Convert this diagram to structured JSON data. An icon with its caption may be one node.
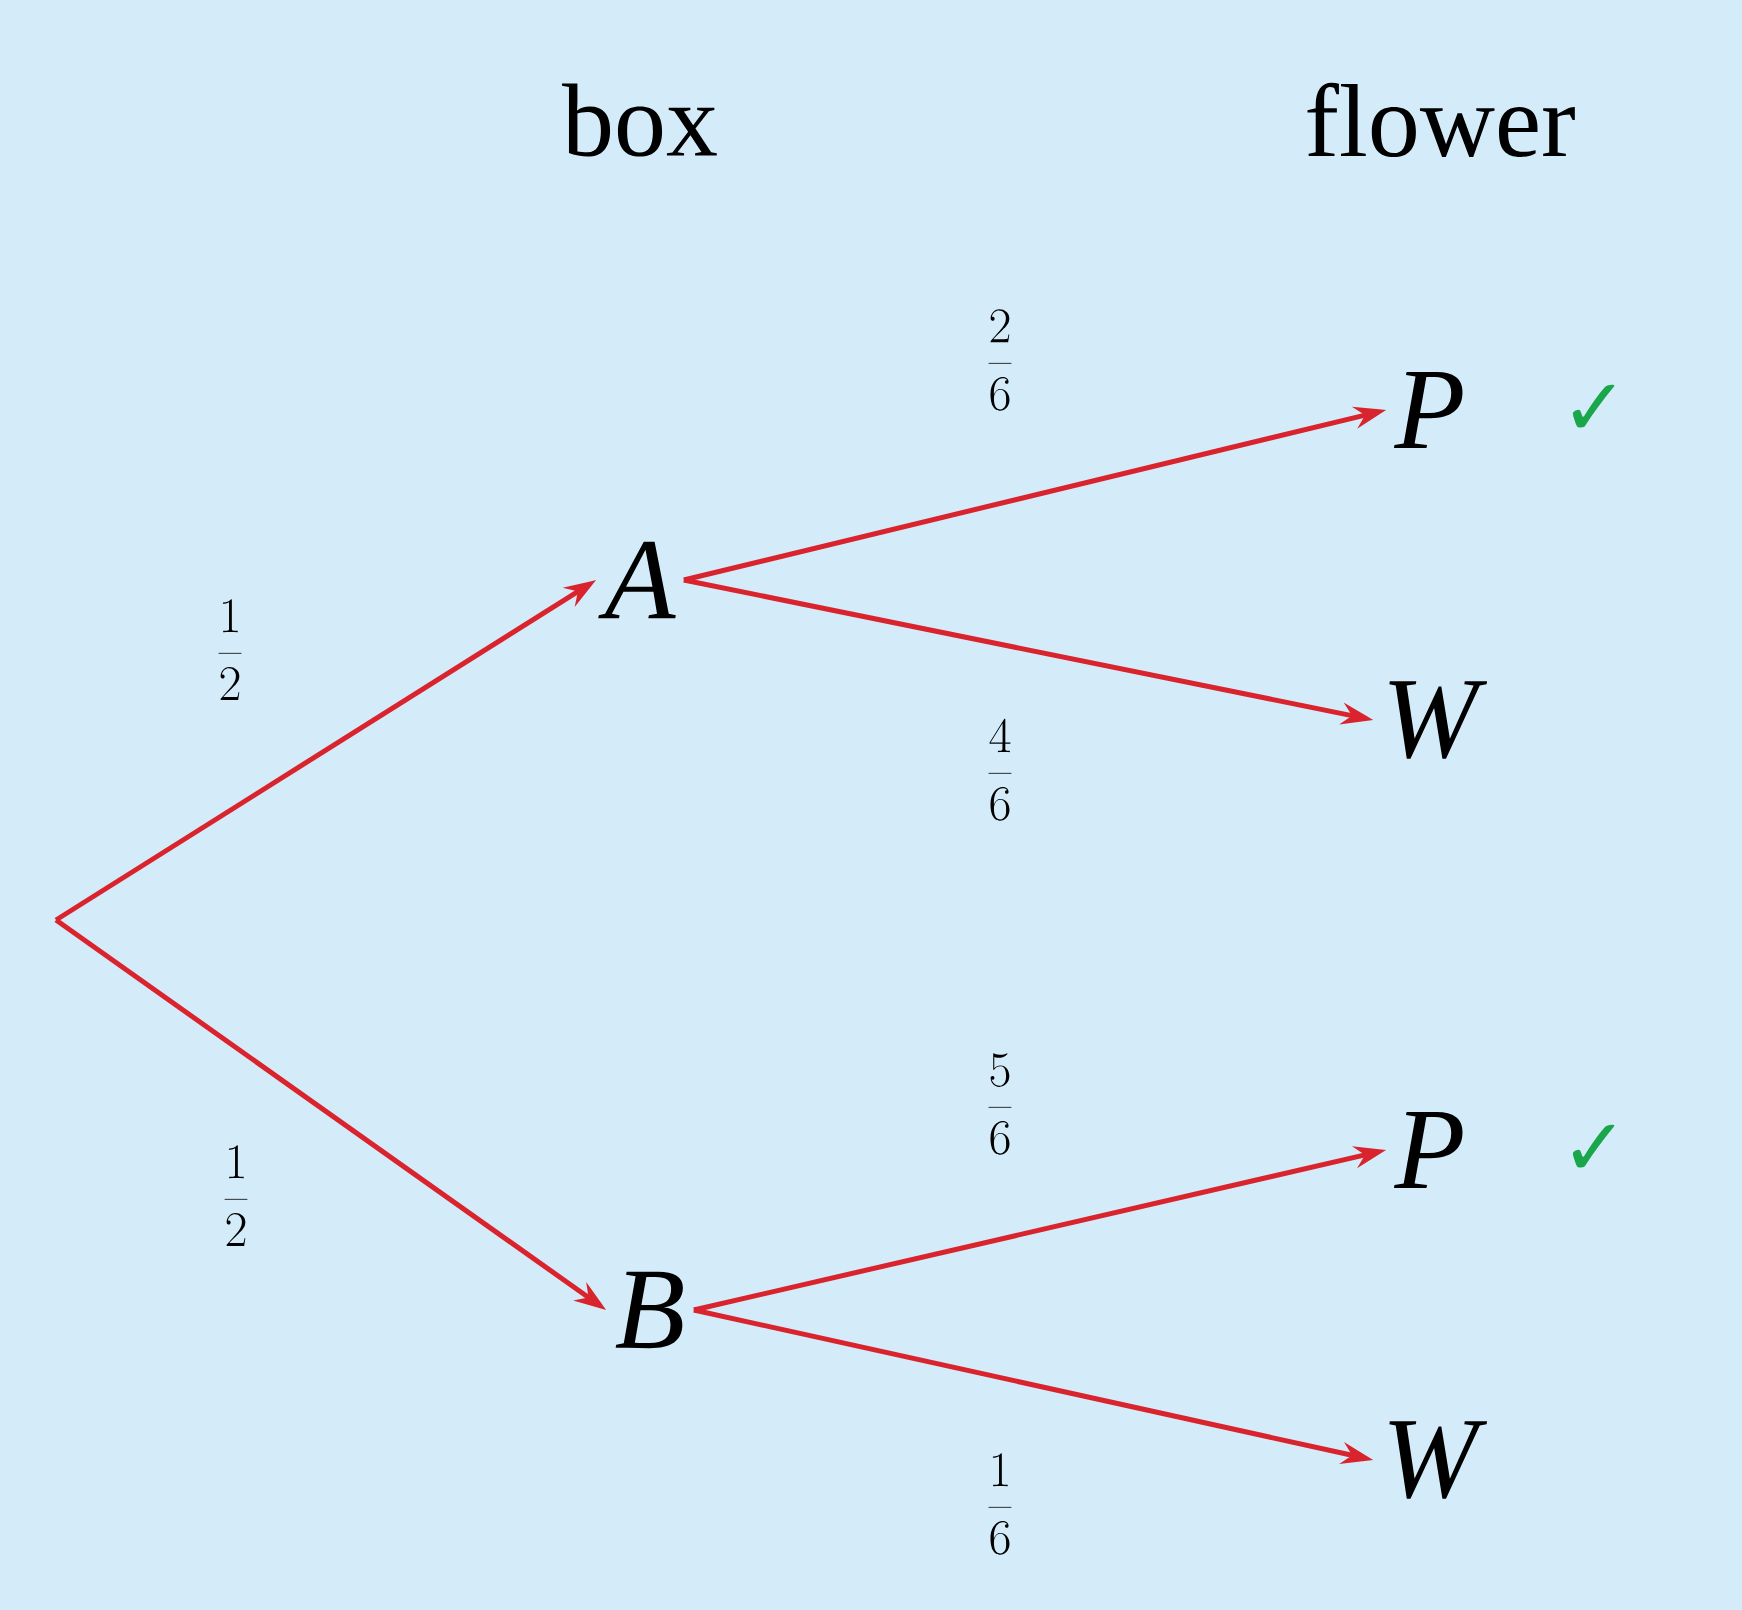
{
  "diagram": {
    "nodes": [
      {
        "text": [
          "A"
        ]
      },
      {
        "text": [
          "B"
        ]
      },
      {
        "text": [
          "P"
        ],
        "beside": [
          "✓"
        ]
      },
      {
        "text": [
          "W"
        ]
      },
      {
        "text": [
          "P"
        ],
        "beside": [
          "✓"
        ]
      },
      {
        "text": [
          "W"
        ]
      }
    ],
    "edges": [
      {
        "from": null,
        "to": 0,
        "arrow": "to",
        "label": "\\frac{1}{2}"
      },
      {
        "from": null,
        "to": 1,
        "arrow": "to",
        "label": "\\frac{1}{2}"
      },
      {
        "from": 0,
        "to": 2,
        "arrow": "to",
        "label": "\\frac{2}{6}"
      },
      {
        "from": 0,
        "to": 3,
        "arrow": "to",
        "label": "\\frac{4}{6}"
      },
      {
        "from": 1,
        "to": 4,
        "arrow": "to",
        "label": "\\frac{5}{6}"
      },
      {
        "from": 1,
        "to": 5,
        "arrow": "to",
        "label": "\\frac{1}{6}"
      }
    ],
    "labels": [
      "box",
      "flower"
    ]
  }
}
